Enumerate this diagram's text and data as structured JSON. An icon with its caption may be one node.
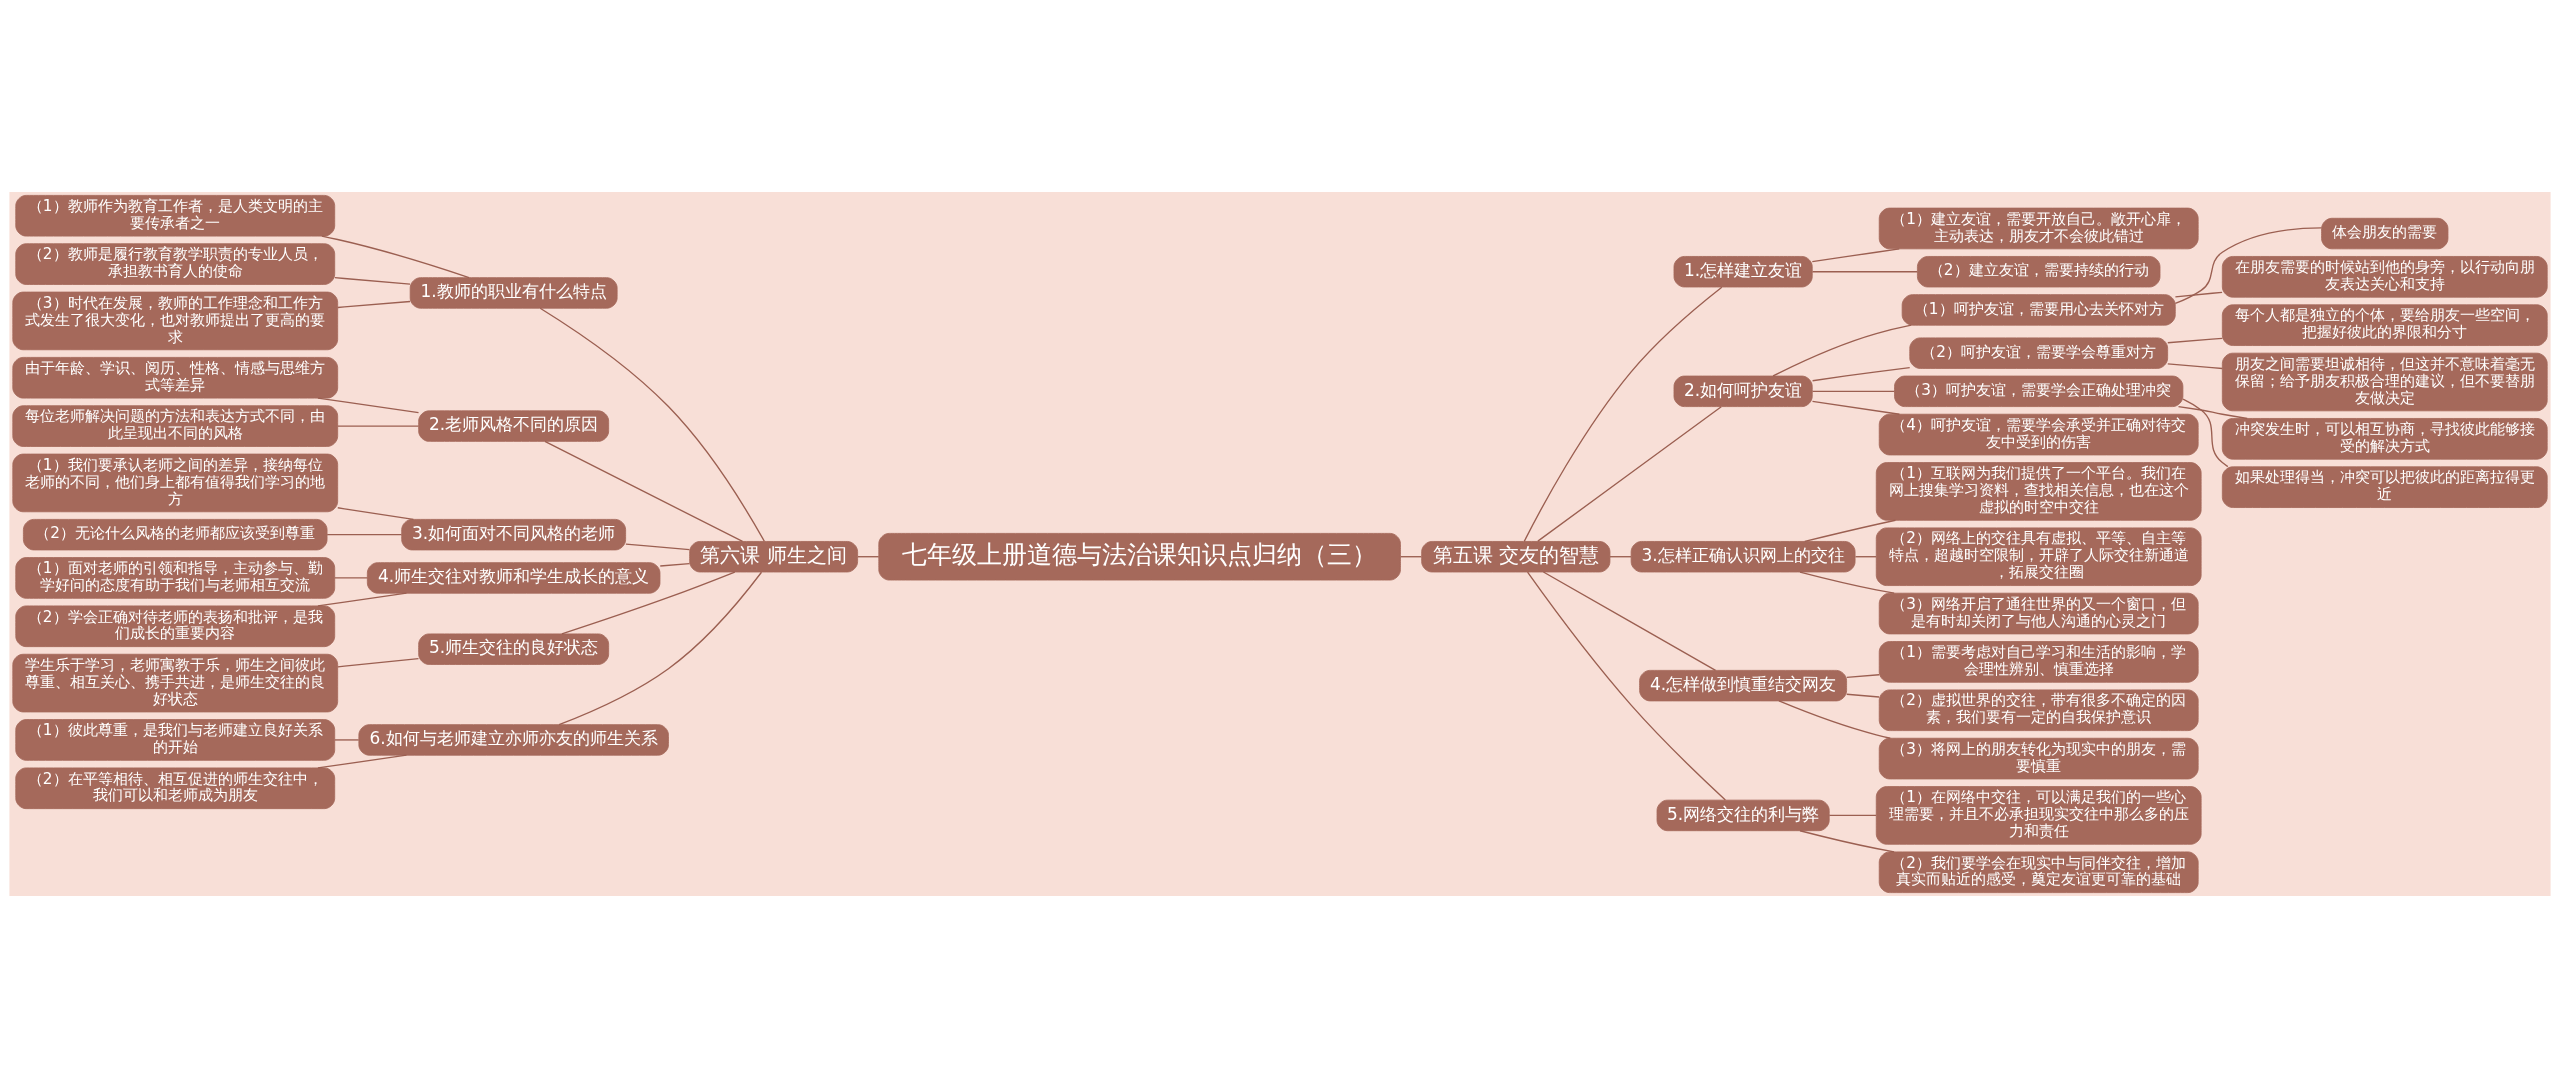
{
  "diagram": {
    "nodes": [
      {
        "text": [
          "七年级上册道德与法治课知识点归纳（三）"
        ]
      },
      {
        "text": [
          "第六课 师生之间"
        ]
      },
      {
        "text": [
          "1.教师的职业有什么特点"
        ]
      },
      {
        "text": [
          "（1）教师作为教育工作者，是人类文明的主要传承者之一"
        ]
      },
      {
        "text": [
          "（2）教师是履行教育教学职责的专业人员，承担教书育人的使命"
        ]
      },
      {
        "text": [
          "（3）时代在发展，教师的工作理念和工作方式发生了很大变化，也对教师提出了更高的要求"
        ]
      },
      {
        "text": [
          "2.老师风格不同的原因"
        ]
      },
      {
        "text": [
          "由于年龄、学识、阅历、性格、情感与思维方式等差异"
        ]
      },
      {
        "text": [
          "每位老师解决问题的方法和表达方式不同，由此呈现出不同的风格"
        ]
      },
      {
        "text": [
          "3.如何面对不同风格的老师"
        ]
      },
      {
        "text": [
          "（1）我们要承认老师之间的差异，接纳每位老师的不同，他们身上都有值得我们学习的地方"
        ]
      },
      {
        "text": [
          "（2）无论什么风格的老师都应该受到尊重"
        ]
      },
      {
        "text": [
          "4.师生交往对教师和学生成长的意义"
        ]
      },
      {
        "text": [
          "（1）面对老师的引领和指导，主动参与、勤学好问的态度有助于我们与老师相互交流"
        ]
      },
      {
        "text": [
          "（2）学会正确对待老师的表扬和批评，是我们成长的重要内容"
        ]
      },
      {
        "text": [
          "5.师生交往的良好状态"
        ]
      },
      {
        "text": [
          "学生乐于学习，老师寓教于乐，师生之间彼此尊重、相互关心、携手共进，是师生交往的良好状态"
        ]
      },
      {
        "text": [
          "6.如何与老师建立亦师亦友的师生关系"
        ]
      },
      {
        "text": [
          "（1）彼此尊重，是我们与老师建立良好关系的开始"
        ]
      },
      {
        "text": [
          "（2）在平等相待、相互促进的师生交往中，我们可以和老师成为朋友"
        ]
      },
      {
        "text": [
          "第五课 交友的智慧"
        ]
      },
      {
        "text": [
          "1.怎样建立友谊"
        ]
      },
      {
        "text": [
          "（1）建立友谊，需要开放自己。敞开心扉，主动表达，朋友才不会彼此错过"
        ]
      },
      {
        "text": [
          "（2）建立友谊，需要持续的行动"
        ]
      },
      {
        "text": [
          "2.如何呵护友谊"
        ]
      },
      {
        "text": [
          "（1）呵护友谊，需要用心去关怀对方"
        ]
      },
      {
        "text": [
          "体会朋友的需要"
        ]
      },
      {
        "text": [
          "在朋友需要的时候站到他的身旁，以行动向朋友表达关心和支持"
        ]
      },
      {
        "text": [
          "（2）呵护友谊，需要学会尊重对方"
        ]
      },
      {
        "text": [
          "每个人都是独立的个体，要给朋友一些空间，把握好彼此的界限和分寸"
        ]
      },
      {
        "text": [
          "朋友之间需要坦诚相待，但这并不意味着毫无保留；给予朋友积极合理的建议，但不要替朋友做决定"
        ]
      },
      {
        "text": [
          "（3）呵护友谊，需要学会正确处理冲突"
        ]
      },
      {
        "text": [
          "冲突发生时，可以相互协商，寻找彼此能够接受的解决方式"
        ]
      },
      {
        "text": [
          "如果处理得当，冲突可以把彼此的距离拉得更近"
        ]
      },
      {
        "text": [
          "（4）呵护友谊，需要学会承受并正确对待交友中受到的伤害"
        ]
      },
      {
        "text": [
          "3.怎样正确认识网上的交往"
        ]
      },
      {
        "text": [
          "（1）互联网为我们提供了一个平台。我们在网上搜集学习资料，查找相关信息，也在这个虚拟的时空中交往"
        ]
      },
      {
        "text": [
          "（2）网络上的交往具有虚拟、平等、自主等特点，超越时空限制，开辟了人际交往新通道，拓展交往圈"
        ]
      },
      {
        "text": [
          "（3）网络开启了通往世界的又一个窗口，但是有时却关闭了与他人沟通的心灵之门"
        ]
      },
      {
        "text": [
          "4.怎样做到慎重结交网友"
        ]
      },
      {
        "text": [
          "（1）需要考虑对自己学习和生活的影响，学会理性辨别、慎重选择"
        ]
      },
      {
        "text": [
          "（2）虚拟世界的交往，带有很多不确定的因素，我们要有一定的自我保护意识"
        ]
      },
      {
        "text": [
          "（3）将网上的朋友转化为现实中的朋友，需要慎重"
        ]
      },
      {
        "text": [
          "5.网络交往的利与弊"
        ]
      },
      {
        "text": [
          "（1）在网络中交往，可以满足我们的一些心理需要，并且不必承担现实交往中那么多的压力和责任"
        ]
      },
      {
        "text": [
          "（2）我们要学会在现实中与同伴交往，增加真实而贴近的感受，奠定友谊更可靠的基础"
        ]
      }
    ],
    "edges": [
      {
        "from": 1,
        "to": 0,
        "arrow": "none"
      },
      {
        "from": 2,
        "to": 1,
        "arrow": "none"
      },
      {
        "from": 3,
        "to": 2,
        "arrow": "none"
      },
      {
        "from": 4,
        "to": 2,
        "arrow": "none"
      },
      {
        "from": 5,
        "to": 2,
        "arrow": "none"
      },
      {
        "from": 6,
        "to": 1,
        "arrow": "none"
      },
      {
        "from": 7,
        "to": 6,
        "arrow": "none"
      },
      {
        "from": 8,
        "to": 6,
        "arrow": "none"
      },
      {
        "from": 9,
        "to": 1,
        "arrow": "none"
      },
      {
        "from": 10,
        "to": 9,
        "arrow": "none"
      },
      {
        "from": 11,
        "to": 9,
        "arrow": "none"
      },
      {
        "from": 12,
        "to": 1,
        "arrow": "none"
      },
      {
        "from": 13,
        "to": 12,
        "arrow": "none"
      },
      {
        "from": 14,
        "to": 12,
        "arrow": "none"
      },
      {
        "from": 15,
        "to": 1,
        "arrow": "none"
      },
      {
        "from": 16,
        "to": 15,
        "arrow": "none"
      },
      {
        "from": 17,
        "to": 1,
        "arrow": "none"
      },
      {
        "from": 18,
        "to": 17,
        "arrow": "none"
      },
      {
        "from": 19,
        "to": 17,
        "arrow": "none"
      },
      {
        "from": 0,
        "to": 20,
        "arrow": "none"
      },
      {
        "from": 20,
        "to": 21,
        "arrow": "none"
      },
      {
        "from": 21,
        "to": 22,
        "arrow": "none"
      },
      {
        "from": 21,
        "to": 23,
        "arrow": "none"
      },
      {
        "from": 20,
        "to": 24,
        "arrow": "none"
      },
      {
        "from": 24,
        "to": 25,
        "arrow": "none"
      },
      {
        "from": 25,
        "to": 26,
        "arrow": "none"
      },
      {
        "from": 25,
        "to": 27,
        "arrow": "none"
      },
      {
        "from": 24,
        "to": 28,
        "arrow": "none"
      },
      {
        "from": 28,
        "to": 29,
        "arrow": "none"
      },
      {
        "from": 28,
        "to": 30,
        "arrow": "none"
      },
      {
        "from": 24,
        "to": 31,
        "arrow": "none"
      },
      {
        "from": 31,
        "to": 32,
        "arrow": "none"
      },
      {
        "from": 31,
        "to": 33,
        "arrow": "none"
      },
      {
        "from": 24,
        "to": 34,
        "arrow": "none"
      },
      {
        "from": 20,
        "to": 35,
        "arrow": "none"
      },
      {
        "from": 35,
        "to": 36,
        "arrow": "none"
      },
      {
        "from": 35,
        "to": 37,
        "arrow": "none"
      },
      {
        "from": 35,
        "to": 38,
        "arrow": "none"
      },
      {
        "from": 20,
        "to": 39,
        "arrow": "none"
      },
      {
        "from": 39,
        "to": 40,
        "arrow": "none"
      },
      {
        "from": 39,
        "to": 41,
        "arrow": "none"
      },
      {
        "from": 39,
        "to": 42,
        "arrow": "none"
      },
      {
        "from": 20,
        "to": 43,
        "arrow": "none"
      },
      {
        "from": 43,
        "to": 44,
        "arrow": "none"
      },
      {
        "from": 43,
        "to": 45,
        "arrow": "none"
      }
    ]
  }
}
